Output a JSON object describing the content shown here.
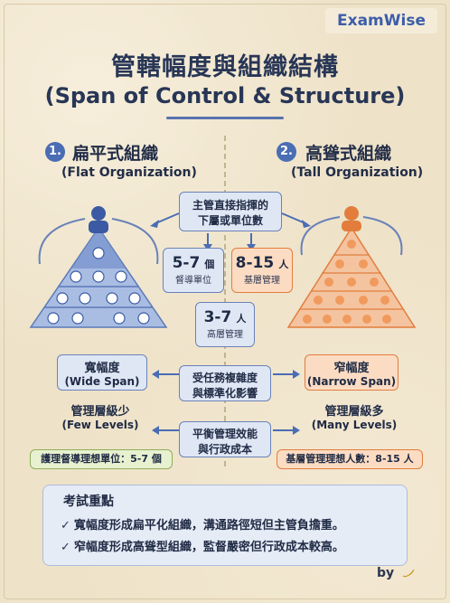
{
  "brand": "ExamWise",
  "title": {
    "zh": "管轄幅度與組織結構",
    "en": "(Span of Control & Structure)"
  },
  "left": {
    "number": "1.",
    "title_zh": "扁平式組織",
    "title_en": "(Flat Organization)",
    "span_zh": "寬幅度",
    "span_en": "(Wide Span)",
    "levels_zh": "管理層級少",
    "levels_en": "(Few Levels)",
    "ideal": "護理督導理想單位：5-7 個",
    "color": "#4a6db3"
  },
  "right": {
    "number": "2.",
    "title_zh": "高聳式組織",
    "title_en": "(Tall Organization)",
    "span_zh": "窄幅度",
    "span_en": "(Narrow Span)",
    "levels_zh": "管理層級多",
    "levels_en": "(Many Levels)",
    "ideal": "基層管理理想人數：8-15 人",
    "color": "#e27d3d"
  },
  "center": {
    "top_label_1": "主管直接指揮的",
    "top_label_2": "下屬或單位數",
    "box_a_num": "5-7",
    "box_a_unit": "個",
    "box_a_sub": "督導單位",
    "box_b_num": "8-15",
    "box_b_unit": "人",
    "box_b_sub": "基層管理",
    "box_c_num": "3-7",
    "box_c_unit": "人",
    "box_c_sub": "高層管理",
    "factor_1a": "受任務複雜度",
    "factor_1b": "與標準化影響",
    "factor_2a": "平衡管理效能",
    "factor_2b": "與行政成本"
  },
  "key_points": {
    "title": "考試重點",
    "items": [
      "寬幅度形成扁平化組織，溝通路徑短但主管負擔重。",
      "窄幅度形成高聳型組織，監督嚴密但行政成本較高。"
    ]
  },
  "byline": "by"
}
